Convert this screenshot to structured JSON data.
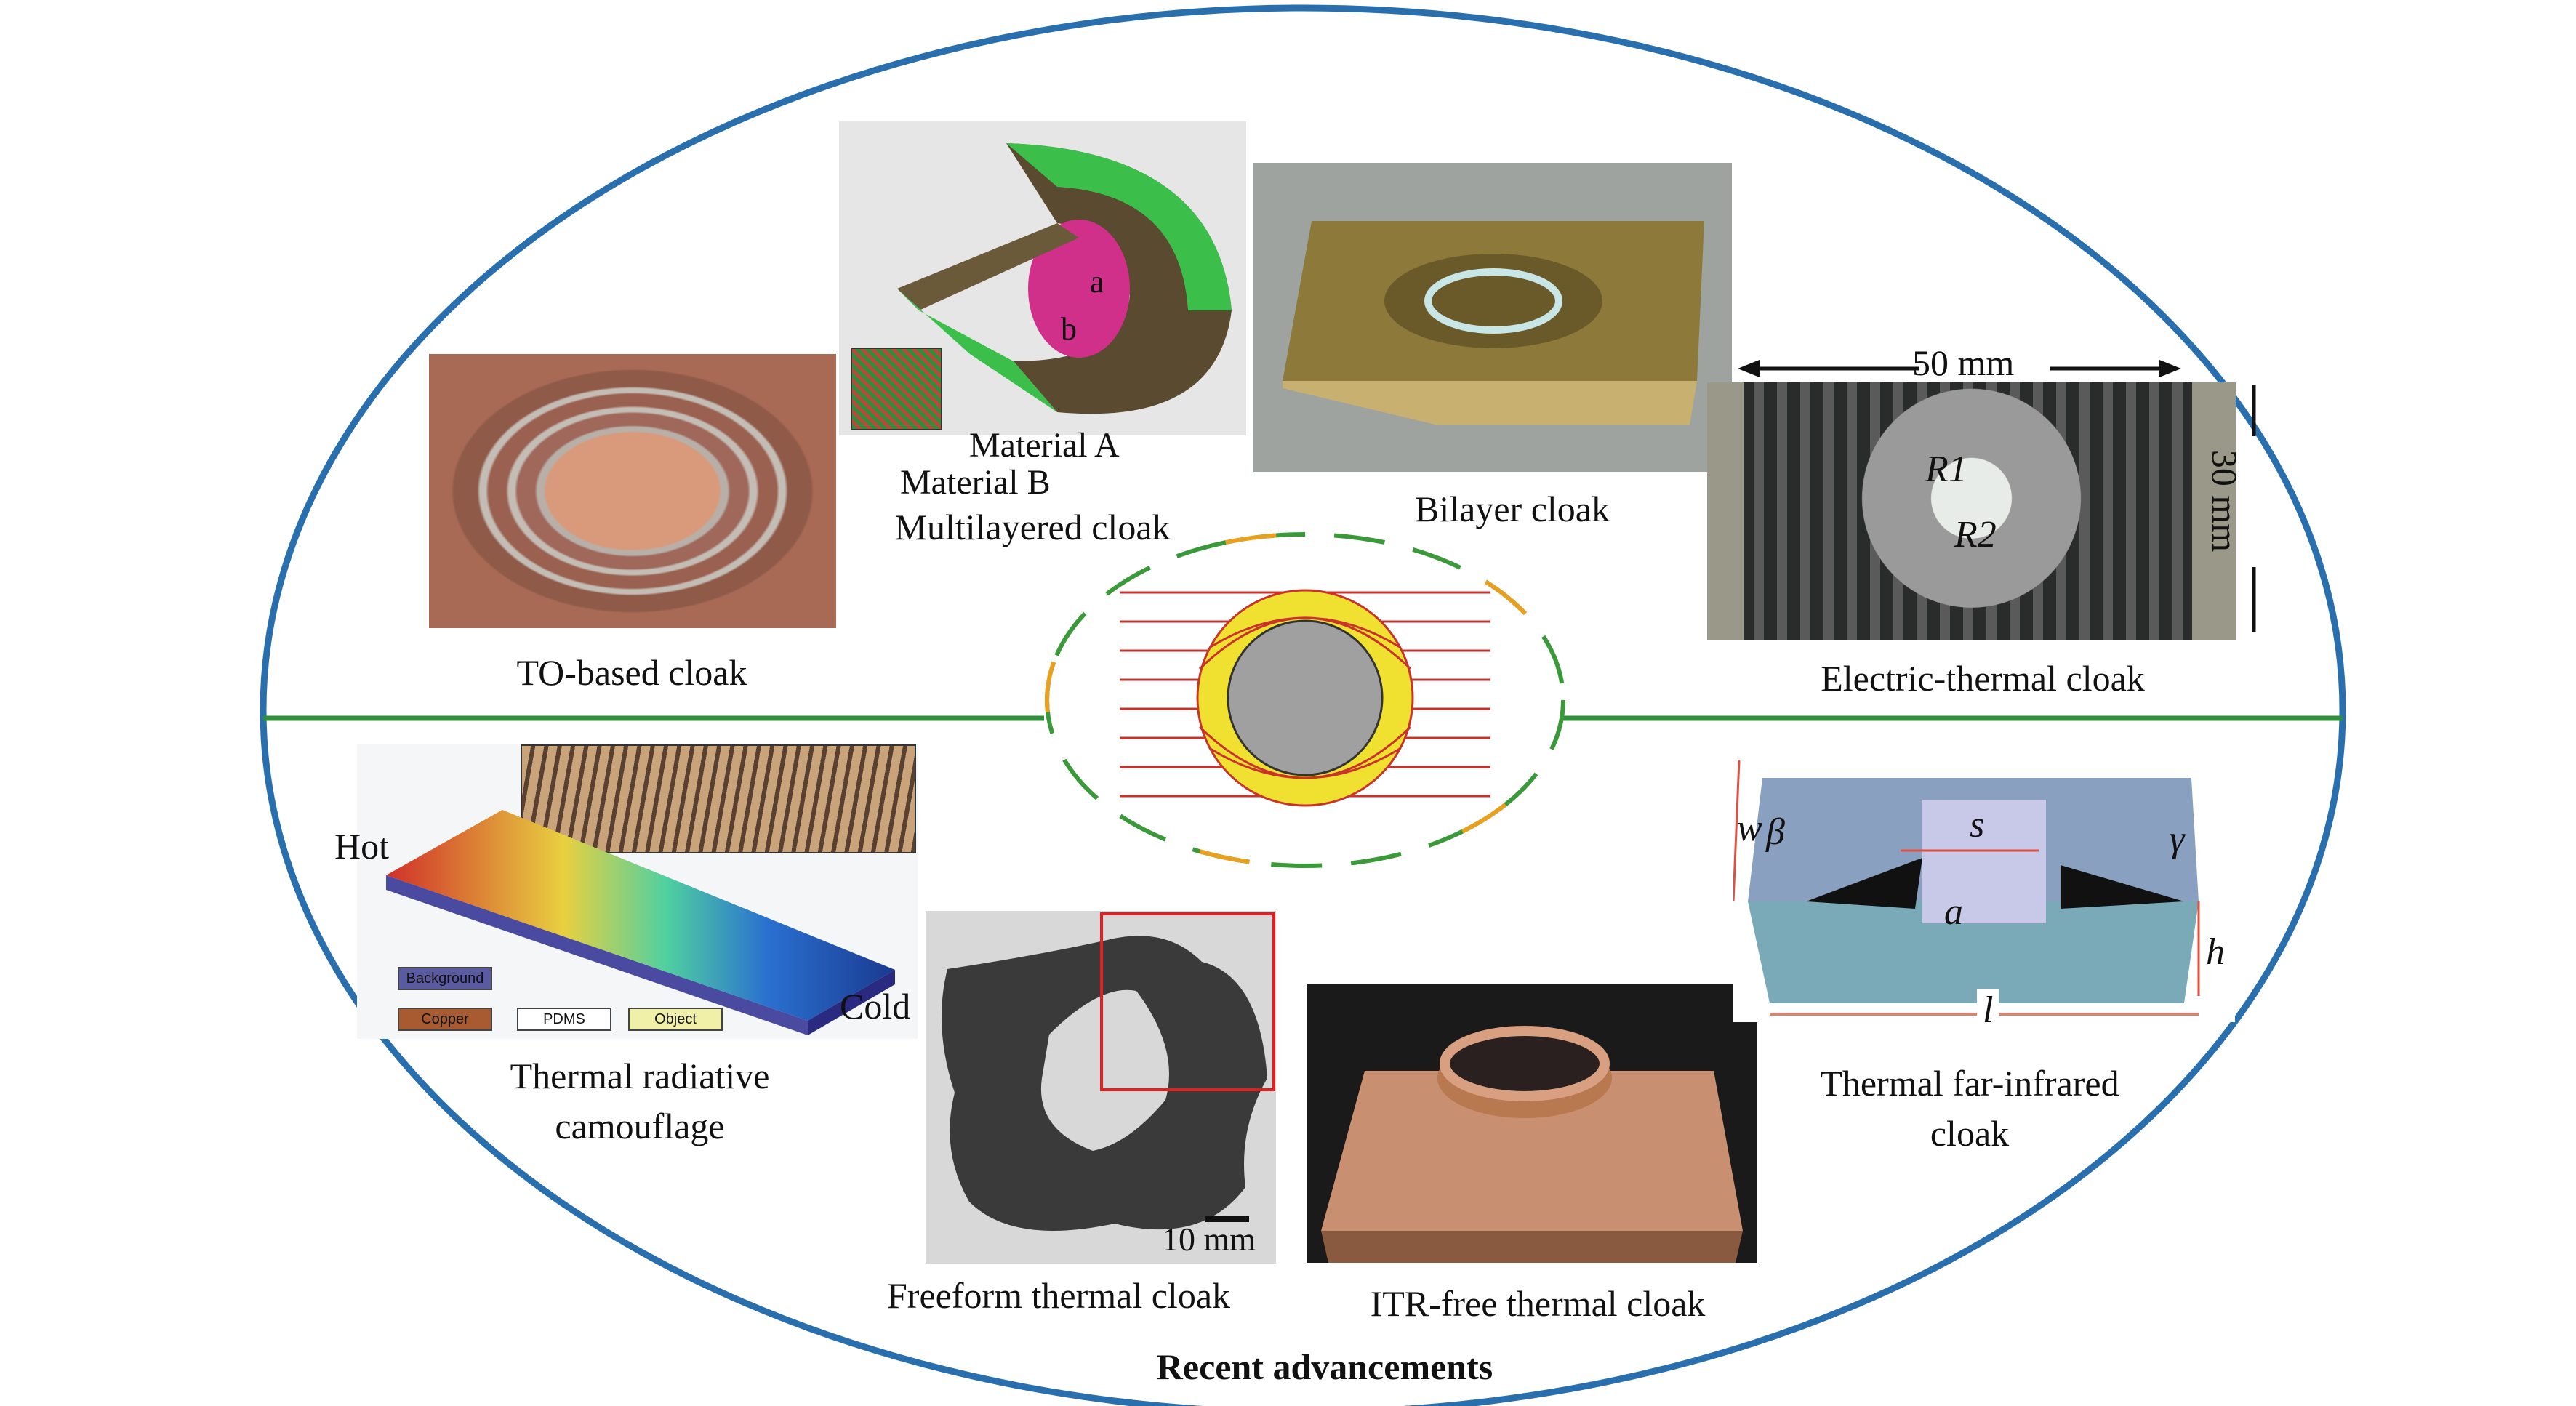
{
  "title": "Recent advancements",
  "panels": {
    "to_based": {
      "label": "TO-based cloak"
    },
    "multilayered": {
      "label": "Multilayered cloak",
      "material_a": "Material A",
      "material_b": "Material B",
      "dim_a": "a",
      "dim_b": "b"
    },
    "bilayer": {
      "label": "Bilayer cloak"
    },
    "electric_thermal": {
      "label": "Electric-thermal cloak",
      "width": "50 mm",
      "height": "30 mm",
      "r1": "R1",
      "r2": "R2"
    },
    "thermal_radiative": {
      "label_line1": "Thermal radiative",
      "label_line2": "camouflage",
      "hot": "Hot",
      "cold": "Cold",
      "legend": [
        "Background",
        "Copper",
        "PDMS",
        "Object"
      ]
    },
    "freeform": {
      "label": "Freeform thermal cloak",
      "scale": "10 mm"
    },
    "itr_free": {
      "label": "ITR-free thermal cloak"
    },
    "far_infrared": {
      "label_line1": "Thermal far-infrared",
      "label_line2": "cloak",
      "dims": {
        "w": "w",
        "beta": "β",
        "s": "s",
        "gamma": "γ",
        "a": "a",
        "h": "h",
        "l": "l"
      }
    }
  },
  "colors": {
    "ellipse": "#2a6fad",
    "divider": "#2f8f3a",
    "ring": "#f0e030",
    "core": "#a0a0a0",
    "flux": "#c8342c"
  }
}
